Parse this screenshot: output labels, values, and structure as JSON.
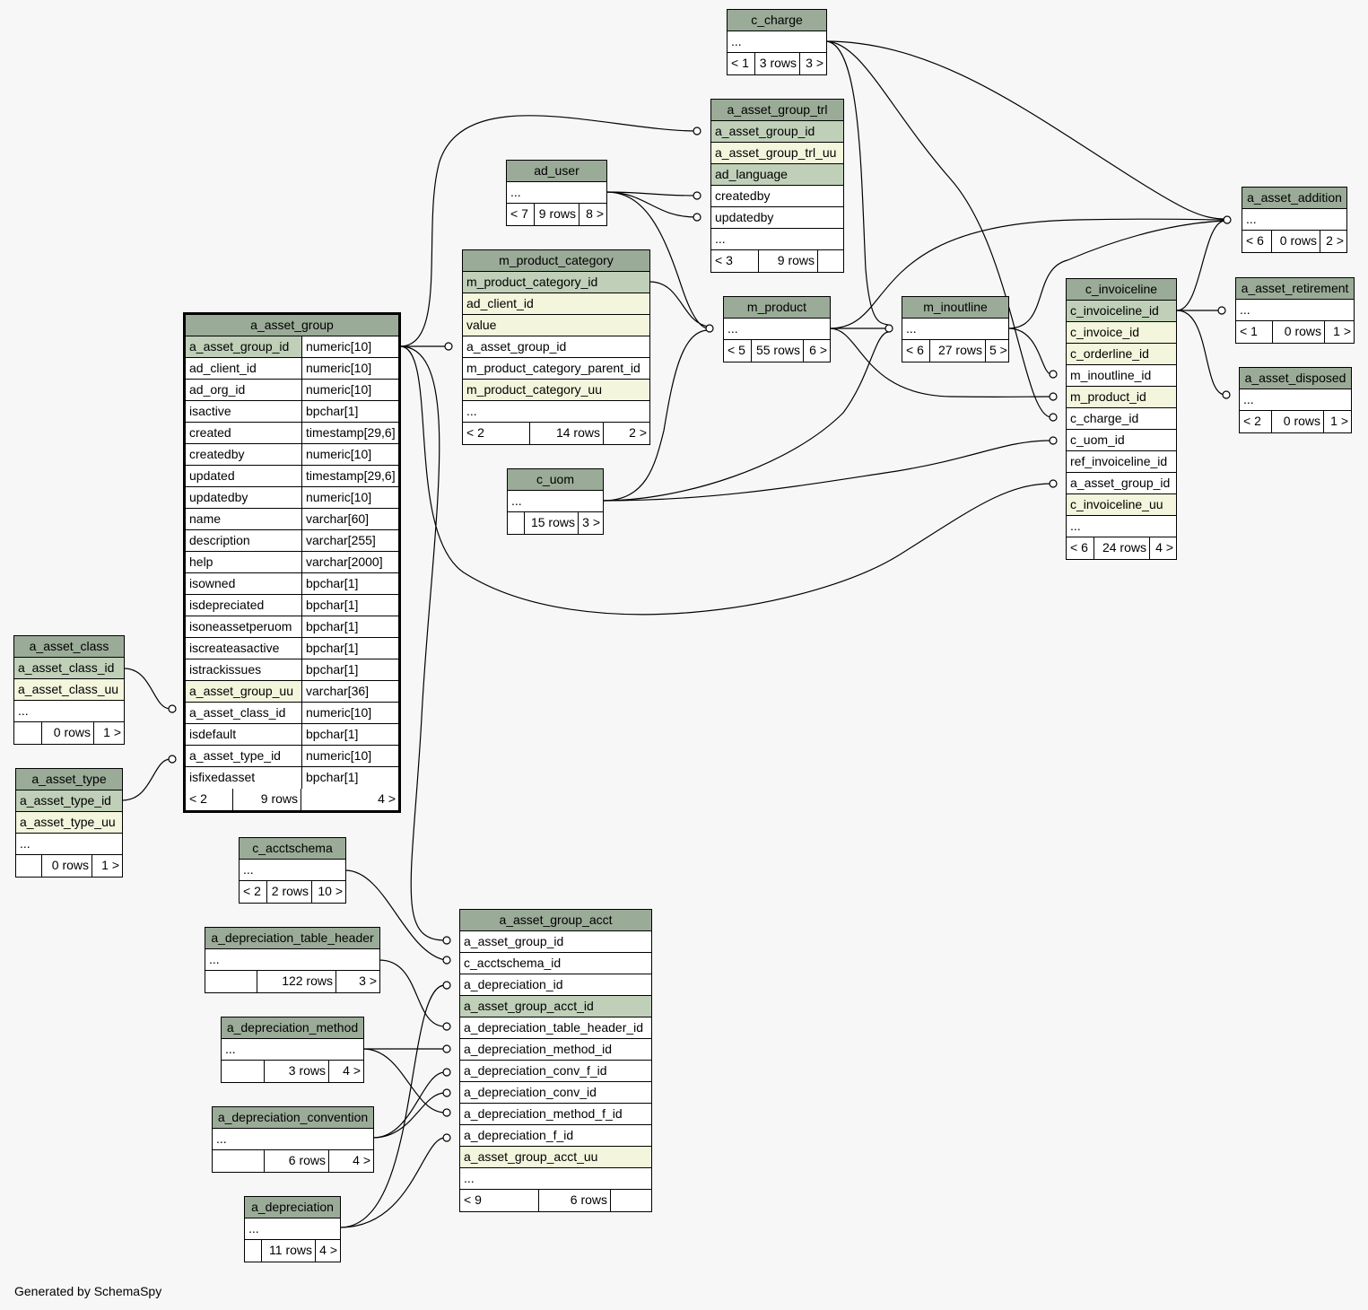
{
  "generator_text": "Generated by SchemaSpy",
  "colors": {
    "header": "#9aab97",
    "primary_key": "#bfcfb8",
    "unique": "#f3f5dc",
    "background": "#f7f7f7"
  },
  "tables": {
    "a_asset_group": {
      "name": "a_asset_group",
      "columns": [
        {
          "name": "a_asset_group_id",
          "type": "numeric[10]"
        },
        {
          "name": "ad_client_id",
          "type": "numeric[10]"
        },
        {
          "name": "ad_org_id",
          "type": "numeric[10]"
        },
        {
          "name": "isactive",
          "type": "bpchar[1]"
        },
        {
          "name": "created",
          "type": "timestamp[29,6]"
        },
        {
          "name": "createdby",
          "type": "numeric[10]"
        },
        {
          "name": "updated",
          "type": "timestamp[29,6]"
        },
        {
          "name": "updatedby",
          "type": "numeric[10]"
        },
        {
          "name": "name",
          "type": "varchar[60]"
        },
        {
          "name": "description",
          "type": "varchar[255]"
        },
        {
          "name": "help",
          "type": "varchar[2000]"
        },
        {
          "name": "isowned",
          "type": "bpchar[1]"
        },
        {
          "name": "isdepreciated",
          "type": "bpchar[1]"
        },
        {
          "name": "isoneassetperuom",
          "type": "bpchar[1]"
        },
        {
          "name": "iscreateasactive",
          "type": "bpchar[1]"
        },
        {
          "name": "istrackissues",
          "type": "bpchar[1]"
        },
        {
          "name": "a_asset_group_uu",
          "type": "varchar[36]"
        },
        {
          "name": "a_asset_class_id",
          "type": "numeric[10]"
        },
        {
          "name": "isdefault",
          "type": "bpchar[1]"
        },
        {
          "name": "a_asset_type_id",
          "type": "numeric[10]"
        },
        {
          "name": "isfixedasset",
          "type": "bpchar[1]"
        }
      ],
      "footer": {
        "left": "< 2",
        "rows": "9 rows",
        "right": "4 >"
      }
    },
    "a_asset_class": {
      "name": "a_asset_class",
      "columns": [
        "a_asset_class_id",
        "a_asset_class_uu",
        "..."
      ],
      "footer": {
        "left": "",
        "rows": "0 rows",
        "right": "1 >"
      }
    },
    "a_asset_type": {
      "name": "a_asset_type",
      "columns": [
        "a_asset_type_id",
        "a_asset_type_uu",
        "..."
      ],
      "footer": {
        "left": "",
        "rows": "0 rows",
        "right": "1 >"
      }
    },
    "c_charge": {
      "name": "c_charge",
      "columns": [
        "..."
      ],
      "footer": {
        "left": "< 1",
        "rows": "3 rows",
        "right": "3 >"
      }
    },
    "a_asset_group_trl": {
      "name": "a_asset_group_trl",
      "columns": [
        "a_asset_group_id",
        "a_asset_group_trl_uu",
        "ad_language",
        "createdby",
        "updatedby",
        "..."
      ],
      "footer": {
        "left": "< 3",
        "rows": "9 rows",
        "right": ""
      }
    },
    "ad_user": {
      "name": "ad_user",
      "columns": [
        "..."
      ],
      "footer": {
        "left": "< 7",
        "rows": "9 rows",
        "right": "8 >"
      }
    },
    "m_product_category": {
      "name": "m_product_category",
      "columns": [
        "m_product_category_id",
        "ad_client_id",
        "value",
        "a_asset_group_id",
        "m_product_category_parent_id",
        "m_product_category_uu",
        "..."
      ],
      "footer": {
        "left": "< 2",
        "rows": "14 rows",
        "right": "2 >"
      }
    },
    "m_product": {
      "name": "m_product",
      "columns": [
        "..."
      ],
      "footer": {
        "left": "< 5",
        "rows": "55 rows",
        "right": "6 >"
      }
    },
    "m_inoutline": {
      "name": "m_inoutline",
      "columns": [
        "..."
      ],
      "footer": {
        "left": "< 6",
        "rows": "27 rows",
        "right": "5 >"
      }
    },
    "c_uom": {
      "name": "c_uom",
      "columns": [
        "..."
      ],
      "footer": {
        "left": "",
        "rows": "15 rows",
        "right": "3 >"
      }
    },
    "c_invoiceline": {
      "name": "c_invoiceline",
      "columns": [
        "c_invoiceline_id",
        "c_invoice_id",
        "c_orderline_id",
        "m_inoutline_id",
        "m_product_id",
        "c_charge_id",
        "c_uom_id",
        "ref_invoiceline_id",
        "a_asset_group_id",
        "c_invoiceline_uu",
        "..."
      ],
      "footer": {
        "left": "< 6",
        "rows": "24 rows",
        "right": "4 >"
      }
    },
    "a_asset_addition": {
      "name": "a_asset_addition",
      "columns": [
        "..."
      ],
      "footer": {
        "left": "< 6",
        "rows": "0 rows",
        "right": "2 >"
      }
    },
    "a_asset_retirement": {
      "name": "a_asset_retirement",
      "columns": [
        "..."
      ],
      "footer": {
        "left": "< 1",
        "rows": "0 rows",
        "right": "1 >"
      }
    },
    "a_asset_disposed": {
      "name": "a_asset_disposed",
      "columns": [
        "..."
      ],
      "footer": {
        "left": "< 2",
        "rows": "0 rows",
        "right": "1 >"
      }
    },
    "c_acctschema": {
      "name": "c_acctschema",
      "columns": [
        "..."
      ],
      "footer": {
        "left": "< 2",
        "rows": "2 rows",
        "right": "10 >"
      }
    },
    "a_depreciation_table_header": {
      "name": "a_depreciation_table_header",
      "columns": [
        "..."
      ],
      "footer": {
        "left": "",
        "rows": "122 rows",
        "right": "3 >"
      }
    },
    "a_depreciation_method": {
      "name": "a_depreciation_method",
      "columns": [
        "..."
      ],
      "footer": {
        "left": "",
        "rows": "3 rows",
        "right": "4 >"
      }
    },
    "a_depreciation_convention": {
      "name": "a_depreciation_convention",
      "columns": [
        "..."
      ],
      "footer": {
        "left": "",
        "rows": "6 rows",
        "right": "4 >"
      }
    },
    "a_depreciation": {
      "name": "a_depreciation",
      "columns": [
        "..."
      ],
      "footer": {
        "left": "",
        "rows": "11 rows",
        "right": "4 >"
      }
    },
    "a_asset_group_acct": {
      "name": "a_asset_group_acct",
      "columns": [
        "a_asset_group_id",
        "c_acctschema_id",
        "a_depreciation_id",
        "a_asset_group_acct_id",
        "a_depreciation_table_header_id",
        "a_depreciation_method_id",
        "a_depreciation_conv_f_id",
        "a_depreciation_conv_id",
        "a_depreciation_method_f_id",
        "a_depreciation_f_id",
        "a_asset_group_acct_uu",
        "..."
      ],
      "footer": {
        "left": "< 9",
        "rows": "6 rows",
        "right": ""
      }
    }
  }
}
